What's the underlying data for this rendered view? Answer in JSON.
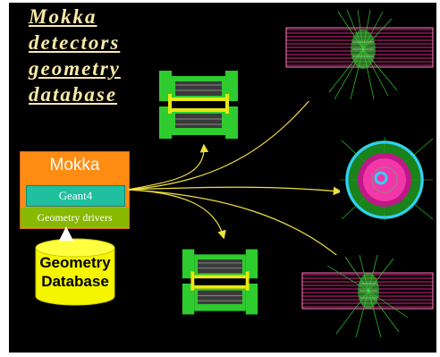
{
  "title": {
    "lines": [
      "Mokka",
      "detectors",
      "geometry",
      "database"
    ]
  },
  "mokka": {
    "label": "Mokka",
    "geant4_label": "Geant4",
    "drivers_label": "Geometry drivers"
  },
  "database": {
    "label_line1": "Geometry",
    "label_line2": "Database"
  },
  "colors": {
    "background": "#000000",
    "title_text": "#fbe9a9",
    "mokka_box": "#ff8c12",
    "geant4_box": "#1fbfa0",
    "drivers_box": "#88b800",
    "database": "#f5f500",
    "arrows": "#f0e040",
    "detector_green": "#2ecc2e",
    "detector_magenta": "#e0208a"
  }
}
